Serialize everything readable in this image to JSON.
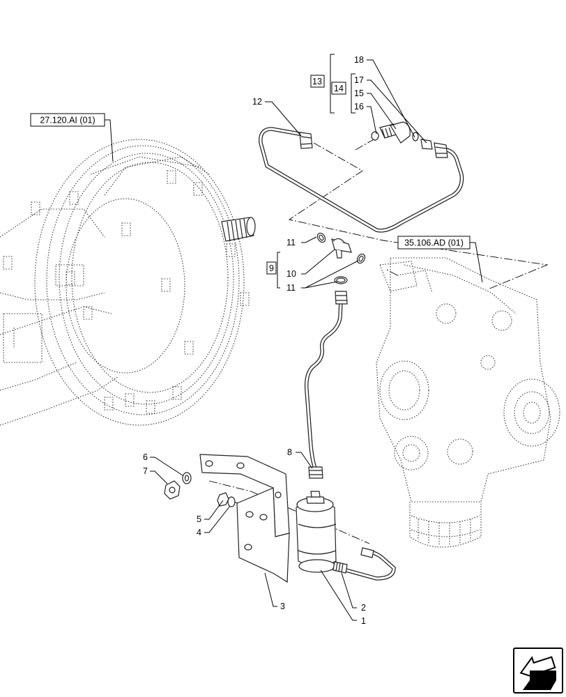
{
  "references": {
    "axle": "27.120.AI (01)",
    "pump": "35.106.AD (01)"
  },
  "callouts": {
    "p1": "1",
    "p2": "2",
    "p3": "3",
    "p4": "4",
    "p5": "5",
    "p6": "6",
    "p7": "7",
    "p8": "8",
    "p9": "9",
    "p10": "10",
    "p11a": "11",
    "p11b": "11",
    "p12": "12",
    "p13": "13",
    "p14": "14",
    "p15": "15",
    "p16": "16",
    "p17": "17",
    "p18": "18"
  },
  "nav_icon": "navigate-arrow-icon"
}
